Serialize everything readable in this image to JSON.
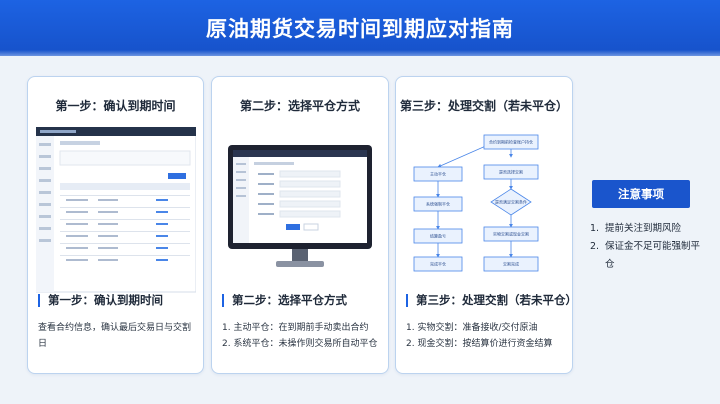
{
  "title": "原油期货交易时间到期应对指南",
  "steps": [
    {
      "heading": "第一步：确认到期时间",
      "section_title": "第一步：确认到期时间",
      "lines": [
        "查看合约信息，确认最后交易日与交割日"
      ]
    },
    {
      "heading": "第二步：选择平仓方式",
      "section_title": "第二步：选择平仓方式",
      "lines": [
        "1. 主动平仓：在到期前手动卖出合约",
        "2. 系统平仓：未操作则交易所自动平仓"
      ]
    },
    {
      "heading": "第三步：处理交割（若未平仓）",
      "section_title": "第三步：处理交割（若未平仓）",
      "lines": [
        "1. 实物交割：准备接收/交付原油",
        "2. 现金交割：按结算价进行资金结算"
      ]
    }
  ],
  "notes": {
    "heading": "注意事项",
    "items": [
      {
        "num": "1.",
        "text": "提前关注到期风险"
      },
      {
        "num": "2.",
        "text": "保证金不足可能强制平仓"
      }
    ]
  },
  "flow_nodes": [
    {
      "id": "start",
      "label": "合约到期前检查账户持仓"
    },
    {
      "id": "a1",
      "label": "主动平仓"
    },
    {
      "id": "b1",
      "label": "是否选择交割"
    },
    {
      "id": "a2",
      "label": "系统强制平仓"
    },
    {
      "id": "b2",
      "label": "是否满足交割条件"
    },
    {
      "id": "a3",
      "label": "结算盈亏"
    },
    {
      "id": "b3",
      "label": "实物交割或现金交割"
    },
    {
      "id": "a4",
      "label": "完成平仓"
    },
    {
      "id": "b4",
      "label": "交割完成"
    }
  ],
  "colors": {
    "header": "#1d63e3",
    "accent": "#1a55cc",
    "card_border": "#bcd3ef"
  }
}
